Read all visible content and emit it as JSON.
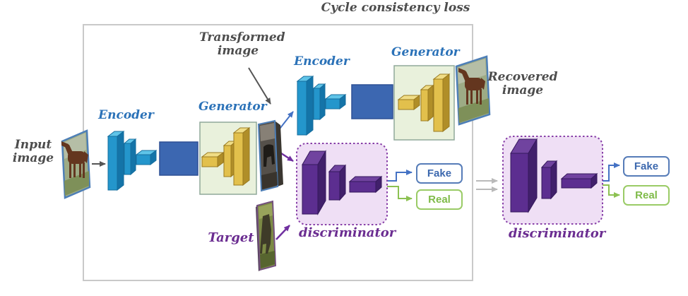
{
  "title": "Cycle consistency loss",
  "stages": {
    "input_label": "Input\nimage",
    "encoder1": "Encoder",
    "generator1": "Generator",
    "transformed_label": "Transformed\nimage",
    "encoder2": "Encoder",
    "generator2": "Generator",
    "recovered_label": "Recovered\nimage",
    "target_label": "Target",
    "discriminator1": "discriminator",
    "discriminator2": "discriminator"
  },
  "outputs": {
    "fake1": "Fake",
    "real1": "Real",
    "fake2": "Fake",
    "real2": "Real"
  },
  "colors": {
    "gray_text": "#4D4D4D",
    "label_blue": "#2B72B8",
    "disc_label": "#6B2D91",
    "frame_gray": "#C9C9C9",
    "enc_face": "#2496CC",
    "enc_top": "#5FC4E8",
    "enc_side": "#1474A8",
    "enc_edge": "#156D9E",
    "latent_blue": "#3C67B1",
    "latent_edge": "#2E5195",
    "gen_box_fill": "#E9F1DC",
    "gen_box_border": "#90A99A",
    "yel_face": "#E2C04C",
    "yel_top": "#F0DD86",
    "yel_side": "#B08E28",
    "yel_edge": "#9A7A20",
    "pur_face": "#5C2E90",
    "pur_top": "#70439F",
    "pur_side": "#41206B",
    "pur_edge": "#35185C",
    "disc_box_fill": "#EFDFF5",
    "disc_box_border": "#8840A8",
    "photo_frame_blue": "#4E7FB7",
    "target_frame": "#74507E",
    "fake_blue": "#3C68AE",
    "fake_border": "#567CB8",
    "real_green": "#7FBB49",
    "real_border": "#9ACB66",
    "arrow_gray": "#555555",
    "arrow_light": "#B9B9B9",
    "arrow_blue": "#4472C4",
    "arrow_purple": "#7030A0",
    "arrow_green": "#8CC152",
    "horse_brown": "#64361F",
    "scene_base": "#9DAB85",
    "scene_light": "#B5BEA6",
    "scene_grass": "#7E9059"
  }
}
